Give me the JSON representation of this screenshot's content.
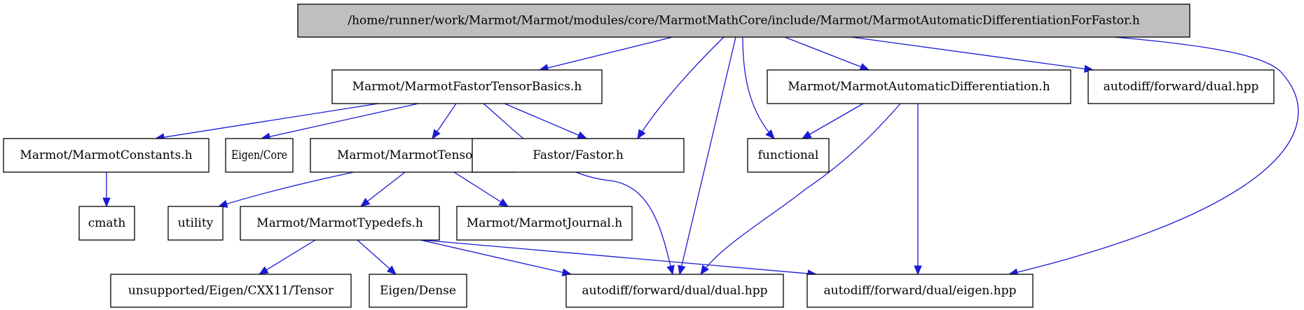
{
  "diagram": {
    "nodes": [
      {
        "id": "root",
        "label": "/home/runner/work/Marmot/Marmot/modules/core/MarmotMathCore/include/Marmot/MarmotAutomaticDifferentiationForFastor.h"
      },
      {
        "id": "fastor_basics",
        "label": "Marmot/MarmotFastorTensorBasics.h"
      },
      {
        "id": "ad",
        "label": "Marmot/MarmotAutomaticDifferentiation.h"
      },
      {
        "id": "ad_dual_hpp",
        "label": "autodiff/forward/dual.hpp"
      },
      {
        "id": "constants",
        "label": "Marmot/MarmotConstants.h"
      },
      {
        "id": "eigen_core",
        "label": "Eigen/Core"
      },
      {
        "id": "tensor",
        "label": "Marmot/MarmotTensor.h"
      },
      {
        "id": "fastor",
        "label": "Fastor/Fastor.h"
      },
      {
        "id": "functional",
        "label": "functional"
      },
      {
        "id": "cmath",
        "label": "cmath"
      },
      {
        "id": "utility",
        "label": "utility"
      },
      {
        "id": "typedefs",
        "label": "Marmot/MarmotTypedefs.h"
      },
      {
        "id": "journal",
        "label": "Marmot/MarmotJournal.h"
      },
      {
        "id": "eigen_tensor",
        "label": "unsupported/Eigen/CXX11/Tensor"
      },
      {
        "id": "eigen_dense",
        "label": "Eigen/Dense"
      },
      {
        "id": "dual_dual",
        "label": "autodiff/forward/dual/dual.hpp"
      },
      {
        "id": "dual_eigen",
        "label": "autodiff/forward/dual/eigen.hpp"
      }
    ],
    "edges": [
      {
        "from": "root",
        "to": "fastor_basics"
      },
      {
        "from": "root",
        "to": "fastor"
      },
      {
        "from": "root",
        "to": "dual_dual"
      },
      {
        "from": "root",
        "to": "functional"
      },
      {
        "from": "root",
        "to": "ad"
      },
      {
        "from": "root",
        "to": "ad_dual_hpp"
      },
      {
        "from": "root",
        "to": "dual_eigen"
      },
      {
        "from": "fastor_basics",
        "to": "constants"
      },
      {
        "from": "fastor_basics",
        "to": "eigen_core"
      },
      {
        "from": "fastor_basics",
        "to": "tensor"
      },
      {
        "from": "fastor_basics",
        "to": "fastor"
      },
      {
        "from": "fastor_basics",
        "to": "dual_dual"
      },
      {
        "from": "constants",
        "to": "cmath"
      },
      {
        "from": "tensor",
        "to": "utility"
      },
      {
        "from": "tensor",
        "to": "typedefs"
      },
      {
        "from": "tensor",
        "to": "journal"
      },
      {
        "from": "typedefs",
        "to": "eigen_tensor"
      },
      {
        "from": "typedefs",
        "to": "eigen_dense"
      },
      {
        "from": "typedefs",
        "to": "dual_dual"
      },
      {
        "from": "typedefs",
        "to": "dual_eigen"
      },
      {
        "from": "ad",
        "to": "functional"
      },
      {
        "from": "ad",
        "to": "dual_dual"
      },
      {
        "from": "ad",
        "to": "dual_eigen"
      }
    ]
  }
}
